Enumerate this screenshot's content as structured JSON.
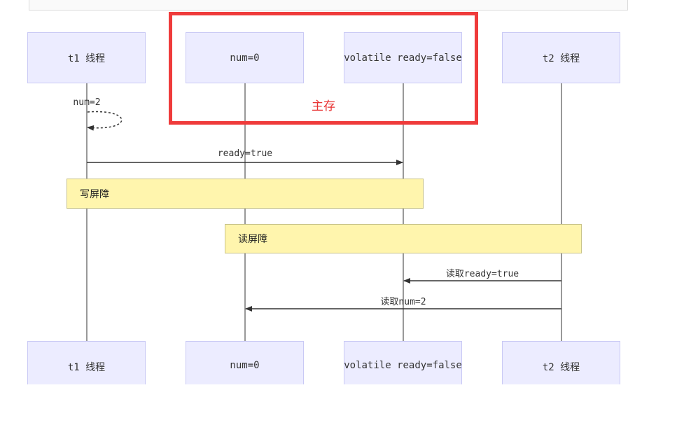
{
  "participants": {
    "t1": "t1 线程",
    "num": "num=0",
    "ready": "volatile ready=false",
    "t2": "t2 线程"
  },
  "messages": {
    "self_num": "num=2",
    "set_ready": "ready=true",
    "read_ready": "读取ready=true",
    "read_num": "读取num=2"
  },
  "notes": {
    "write_barrier": "写屏障",
    "read_barrier": "读屏障"
  },
  "highlight": {
    "label": "主存",
    "color": "#ef3b3b"
  },
  "colors": {
    "participant_fill": "#ececff",
    "note_fill": "#fff5ad",
    "line": "#333333"
  }
}
